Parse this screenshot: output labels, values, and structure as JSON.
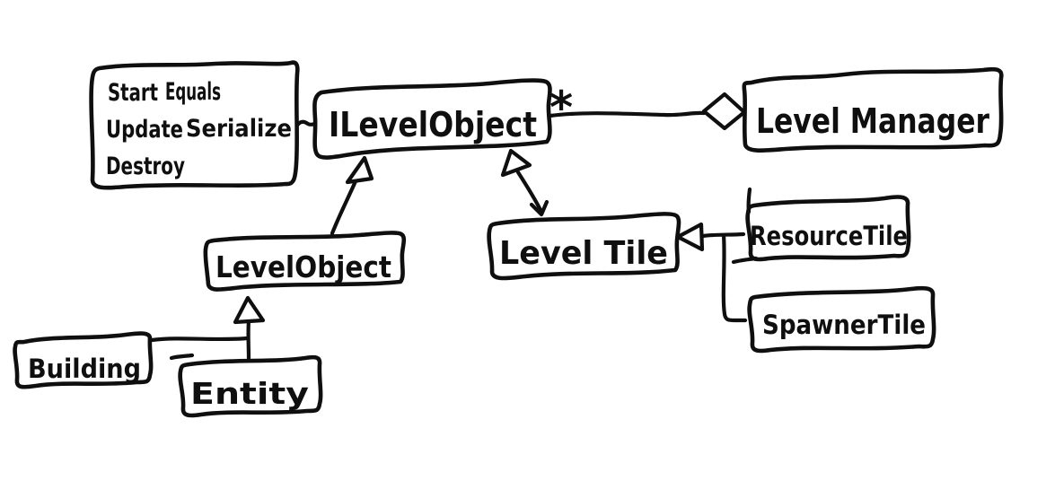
{
  "nodes": {
    "interface_note": {
      "rows": [
        [
          "Start",
          "Equals"
        ],
        [
          "Update",
          "Serialize"
        ],
        [
          "Destroy"
        ]
      ]
    },
    "ilevel_object": {
      "label": "ILevelObject"
    },
    "level_manager": {
      "label": "Level Manager"
    },
    "level_object": {
      "label": "LevelObject"
    },
    "level_tile": {
      "label": "Level Tile"
    },
    "resource_tile": {
      "label": "ResourceTile"
    },
    "spawner_tile": {
      "label": "SpawnerTile"
    },
    "building": {
      "label": "Building"
    },
    "entity": {
      "label": "Entity"
    }
  },
  "relations": {
    "edges": [
      {
        "from": "ILevelObject",
        "to": "Level Manager",
        "type": "aggregation",
        "multiplicity": "*"
      },
      {
        "from": "LevelObject",
        "to": "ILevelObject",
        "type": "inheritance"
      },
      {
        "from": "Level Tile",
        "to": "ILevelObject",
        "type": "inheritance"
      },
      {
        "from": "ResourceTile",
        "to": "Level Tile",
        "type": "inheritance"
      },
      {
        "from": "SpawnerTile",
        "to": "Level Tile",
        "type": "inheritance"
      },
      {
        "from": "Building",
        "to": "LevelObject",
        "type": "inheritance"
      },
      {
        "from": "Entity",
        "to": "LevelObject",
        "type": "inheritance"
      },
      {
        "from": "interface note",
        "to": "ILevelObject",
        "type": "attachment"
      }
    ]
  },
  "colors": {
    "ink": "#0f0f0f",
    "background": "#ffffff"
  }
}
